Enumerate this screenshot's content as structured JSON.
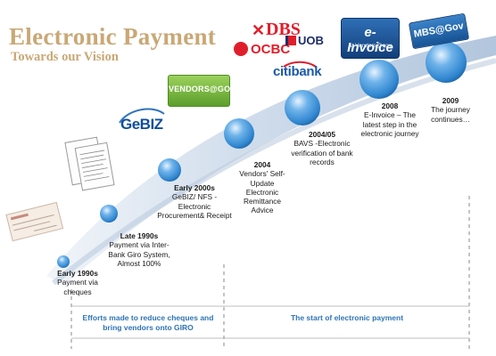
{
  "title": "Electronic Payment",
  "subtitle": "Towards our Vision",
  "milestones": [
    {
      "year": "Early 1990s",
      "desc": "Payment via cheques"
    },
    {
      "year": "Late 1990s",
      "desc": "Payment via Inter-Bank Giro System, Almost 100%"
    },
    {
      "year": "Early 2000s",
      "desc": "GeBIZ/ NFS - Electronic Procurement& Receipt"
    },
    {
      "year": "2004",
      "desc": "Vendors' Self-Update Electronic Remittance Advice"
    },
    {
      "year": "2004/05",
      "desc": "BAVS -Electronic verification of bank records"
    },
    {
      "year": "2008",
      "desc": "E-Invoice – The latest step in the electronic journey"
    },
    {
      "year": "2009",
      "desc": "The journey continues…"
    }
  ],
  "phases": [
    "Efforts made to reduce cheques and bring vendors onto GIRO",
    "The start of electronic payment"
  ],
  "logos": {
    "gebiz": "GeBIZ",
    "vendors_gov": "VENDORS@GOV",
    "dbs": "DBS",
    "ocbc": "OCBC",
    "uob": "UOB",
    "citibank": "citibank",
    "einvoice_main": "e-Invoice",
    "einvoice_sub": "at Vendors@gov",
    "mbs_gov": "MBS@Gov"
  },
  "colors": {
    "title": "#c9a876",
    "arc": "#c5d5e8",
    "sphere": "#2f86cf",
    "phase_text": "#2e74b5",
    "dbs_red": "#e01e2b",
    "uob_navy": "#1b2c6b",
    "vendors_green": "#74b43a"
  }
}
